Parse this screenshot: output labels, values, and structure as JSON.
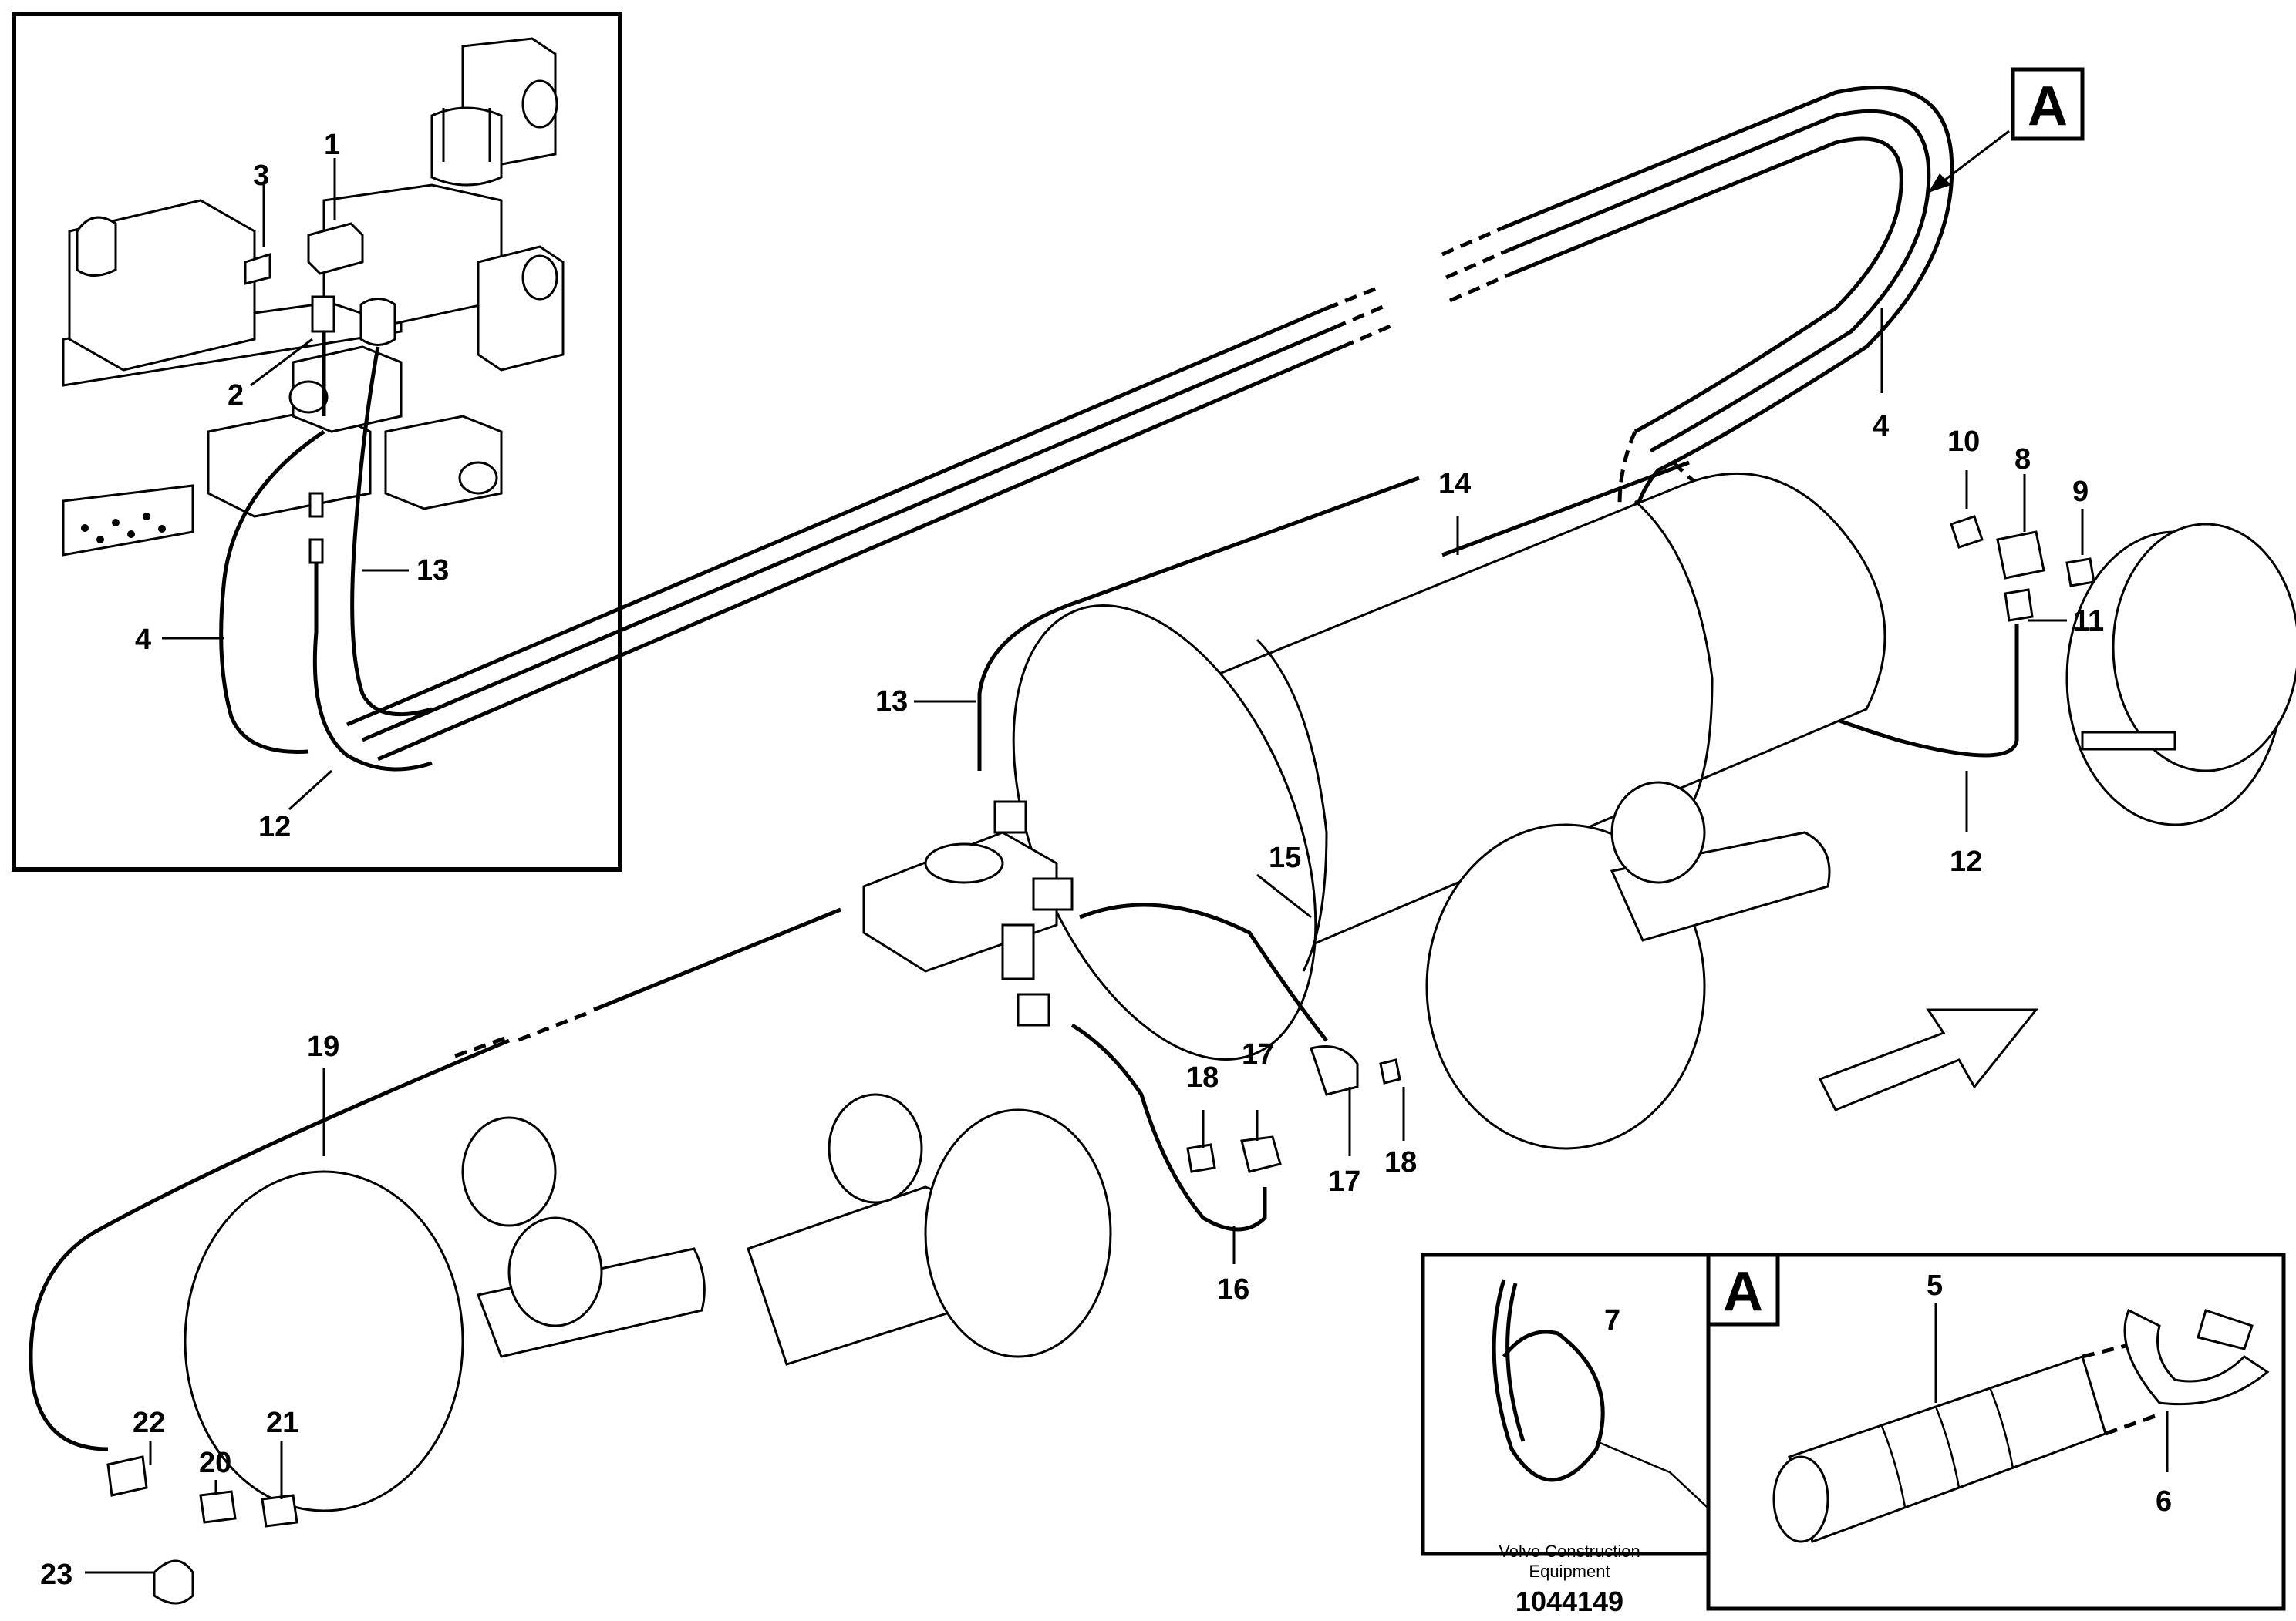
{
  "callouts": {
    "c1": "1",
    "c2": "2",
    "c3": "3",
    "c4a": "4",
    "c4b": "4",
    "c5": "5",
    "c6": "6",
    "c7": "7",
    "c8": "8",
    "c9": "9",
    "c10": "10",
    "c11": "11",
    "c12a": "12",
    "c12b": "12",
    "c13a": "13",
    "c13b": "13",
    "c14": "14",
    "c15": "15",
    "c16": "16",
    "c17a": "17",
    "c17b": "17",
    "c18a": "18",
    "c18b": "18",
    "c19": "19",
    "c20": "20",
    "c21": "21",
    "c22": "22",
    "c23": "23"
  },
  "view_tags": {
    "main": "A",
    "detail": "A"
  },
  "footer": {
    "brand_line1": "Volvo Construction",
    "brand_line2": "Equipment",
    "drawing_number": "1044149"
  }
}
